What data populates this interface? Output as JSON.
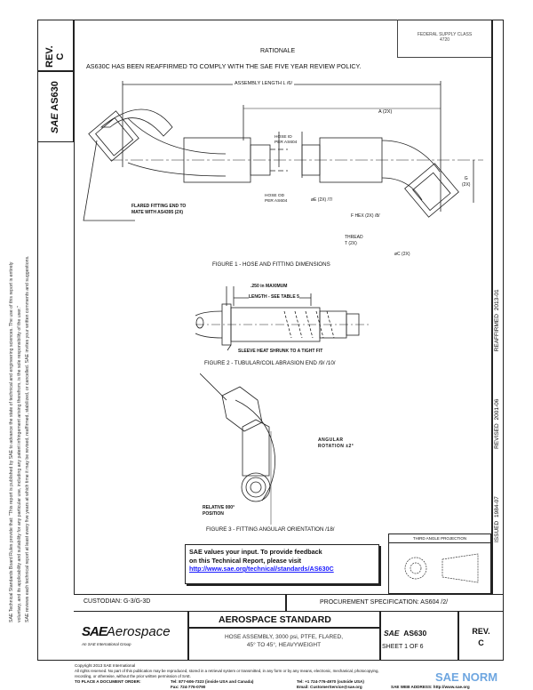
{
  "left_strip": {
    "rev_label": "REV.",
    "rev_value": "C",
    "doc_logo": "SAE",
    "doc_number": "AS630",
    "disclaimer_lines": [
      "SAE Technical Standards Board Rules provide that: \"This report is published by SAE to advance the state of technical and engineering sciences. The use of this report is entirely",
      "voluntary, and its applicability and suitability for any particular use, including any patent infringement arising therefrom, is the sole responsibility of the user.\"",
      "SAE reviews each technical report at least every five years at which time it may be revised, reaffirmed, stabilized, or cancelled. SAE invites your written comments and suggestions."
    ]
  },
  "right_strip": {
    "issued": "ISSUED 1984-07",
    "revised": "REVISED 2001-06",
    "reaffirmed": "REAFFIRMED 2013-01"
  },
  "header": {
    "fsc": "FEDERAL SUPPLY CLASS",
    "fsc_code": "4720",
    "rationale_title": "RATIONALE",
    "rationale_text": "AS630C HAS BEEN REAFFIRMED TO COMPLY WITH THE SAE FIVE YEAR REVIEW POLICY."
  },
  "figure1": {
    "assembly_length": "ASSEMBLY LENGTH L /6/",
    "a_dim": "A (2X)",
    "hose_id": [
      "HOSE ID",
      "PER AS604"
    ],
    "hose_od": [
      "HOSE OD",
      "PER AS604"
    ],
    "e_dim": "øE (2X) /7/",
    "g_dim": [
      "G",
      "(2X)"
    ],
    "f_hex": "F HEX (2X) /8/",
    "thread": [
      "THREAD",
      "T (2X)"
    ],
    "c_dim": "øC (2X)",
    "flared": [
      "FLARED FITTING END TO",
      "MATE WITH AS4395 (2X)"
    ],
    "caption": "FIGURE 1 - HOSE AND FITTING DIMENSIONS"
  },
  "figure2": {
    "max": ".250 in MAXIMUM",
    "length": "LENGTH - SEE TABLE 5",
    "sleeve": "SLEEVE HEAT SHRUNK TO A TIGHT FIT",
    "caption": "FIGURE 2 - TUBULAR/COIL ABRASION END /9/ /10/"
  },
  "figure3": {
    "angular": [
      "ANGULAR",
      "ROTATION ±2°"
    ],
    "relative": [
      "RELATIVE 000°",
      "POSITION"
    ],
    "caption": "FIGURE 3 - FITTING ANGULAR ORIENTATION /18/"
  },
  "feedback": {
    "line1": "SAE values your input. To provide feedback",
    "line2": "on this Technical Report, please visit",
    "link": "http://www.sae.org/technical/standards/AS630C",
    "link_color": "#1a1aff"
  },
  "projection": {
    "label": "THIRD ANGLE PROJECTION"
  },
  "title_block": {
    "custodian": "CUSTODIAN: G-3/G-3D",
    "procurement": "PROCUREMENT SPECIFICATION: AS604 /2/",
    "logo_sae": "SAE",
    "logo_aerospace": "Aerospace",
    "logo_sub": "An SAE International Group",
    "standard": "AEROSPACE STANDARD",
    "title_line1": "HOSE ASSEMBLY, 3000 psi, PTFE, FLARED,",
    "title_line2": "45° TO 45°, HEAVYWEIGHT",
    "doc_sae": "SAE",
    "doc_number": "AS630",
    "sheet": "SHEET 1 OF 6",
    "rev_label": "REV.",
    "rev_value": "C"
  },
  "footer": {
    "copyright": "Copyright 2013 SAE International",
    "rights": "All rights reserved. No part of this publication may be reproduced, stored in a retrieval system or transmitted, in any form or by any means, electronic, mechanical, photocopying,",
    "rights2": "recording, or otherwise, without the prior written permission of SAE.",
    "order_label": "TO PLACE A DOCUMENT ORDER:",
    "tel1": "Tel: 877-606-7323 (inside USA and Canada)",
    "fax": "Fax: 724-776-0790",
    "tel2": "Tel: +1 724-776-4970 (outside USA)",
    "email": "Email: CustomerService@sae.org",
    "web": "SAE WEB ADDRESS: http://www.sae.org",
    "watermark": "SAE NORM",
    "watermark_color": "#4a90d9"
  }
}
